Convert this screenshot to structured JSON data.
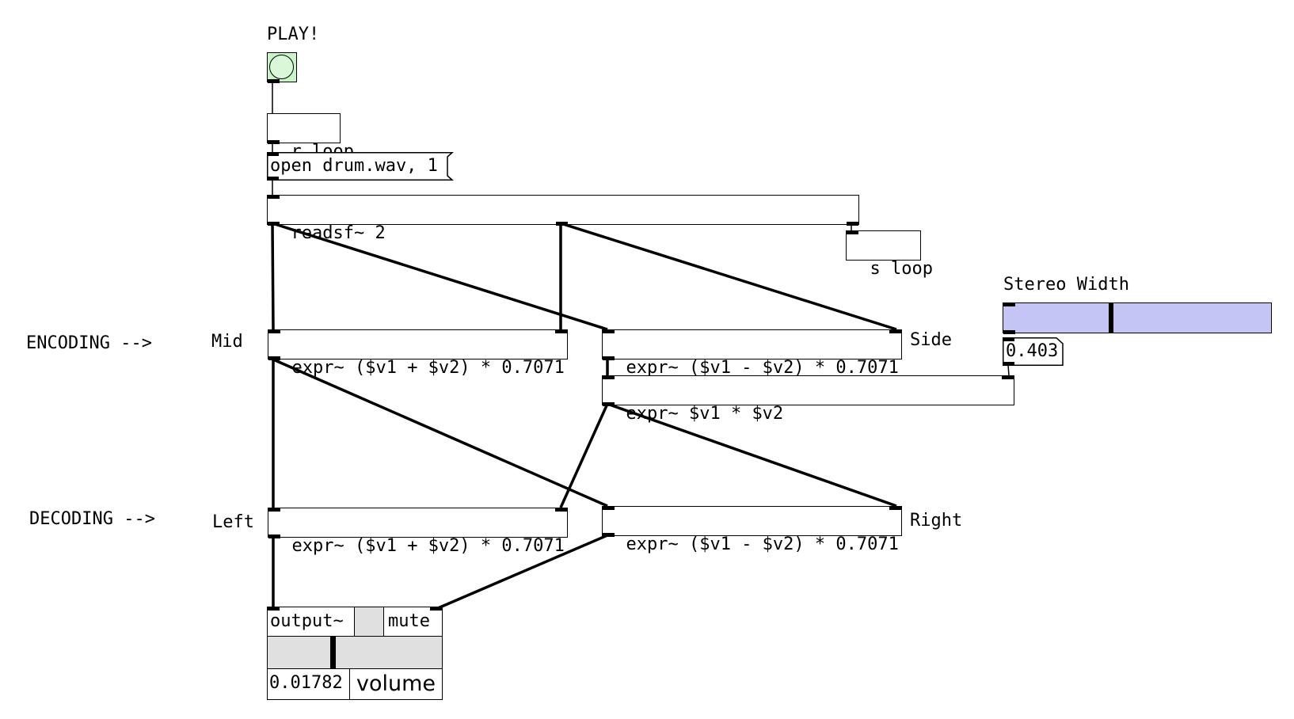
{
  "labels": {
    "play": "PLAY!",
    "encoding": "ENCODING -->",
    "decoding": "DECODING -->",
    "mid": "Mid",
    "side": "Side",
    "left": "Left",
    "right": "Right",
    "stereo_width": "Stereo Width"
  },
  "objects": {
    "r_loop": "r loop",
    "readsf": "readsf~ 2",
    "s_loop": "s loop",
    "expr_mid": "expr~ ($v1 + $v2) * 0.7071",
    "expr_side": "expr~ ($v1 - $v2) * 0.7071",
    "expr_mul": "expr~ $v1 * $v2",
    "expr_left": "expr~ ($v1 + $v2) * 0.7071",
    "expr_right": "expr~ ($v1 - $v2) * 0.7071"
  },
  "messages": {
    "open": "open drum.wav, 1"
  },
  "stereo_width": {
    "value": "0.403",
    "fill_color": "#c4c4f5",
    "slider_fraction": 0.4
  },
  "output": {
    "title": "output~",
    "mute_label": "mute",
    "volume_value": "0.01782",
    "volume_label": "volume",
    "volume_fraction": 0.37
  },
  "bang": {
    "color": "#c8f5c8"
  }
}
